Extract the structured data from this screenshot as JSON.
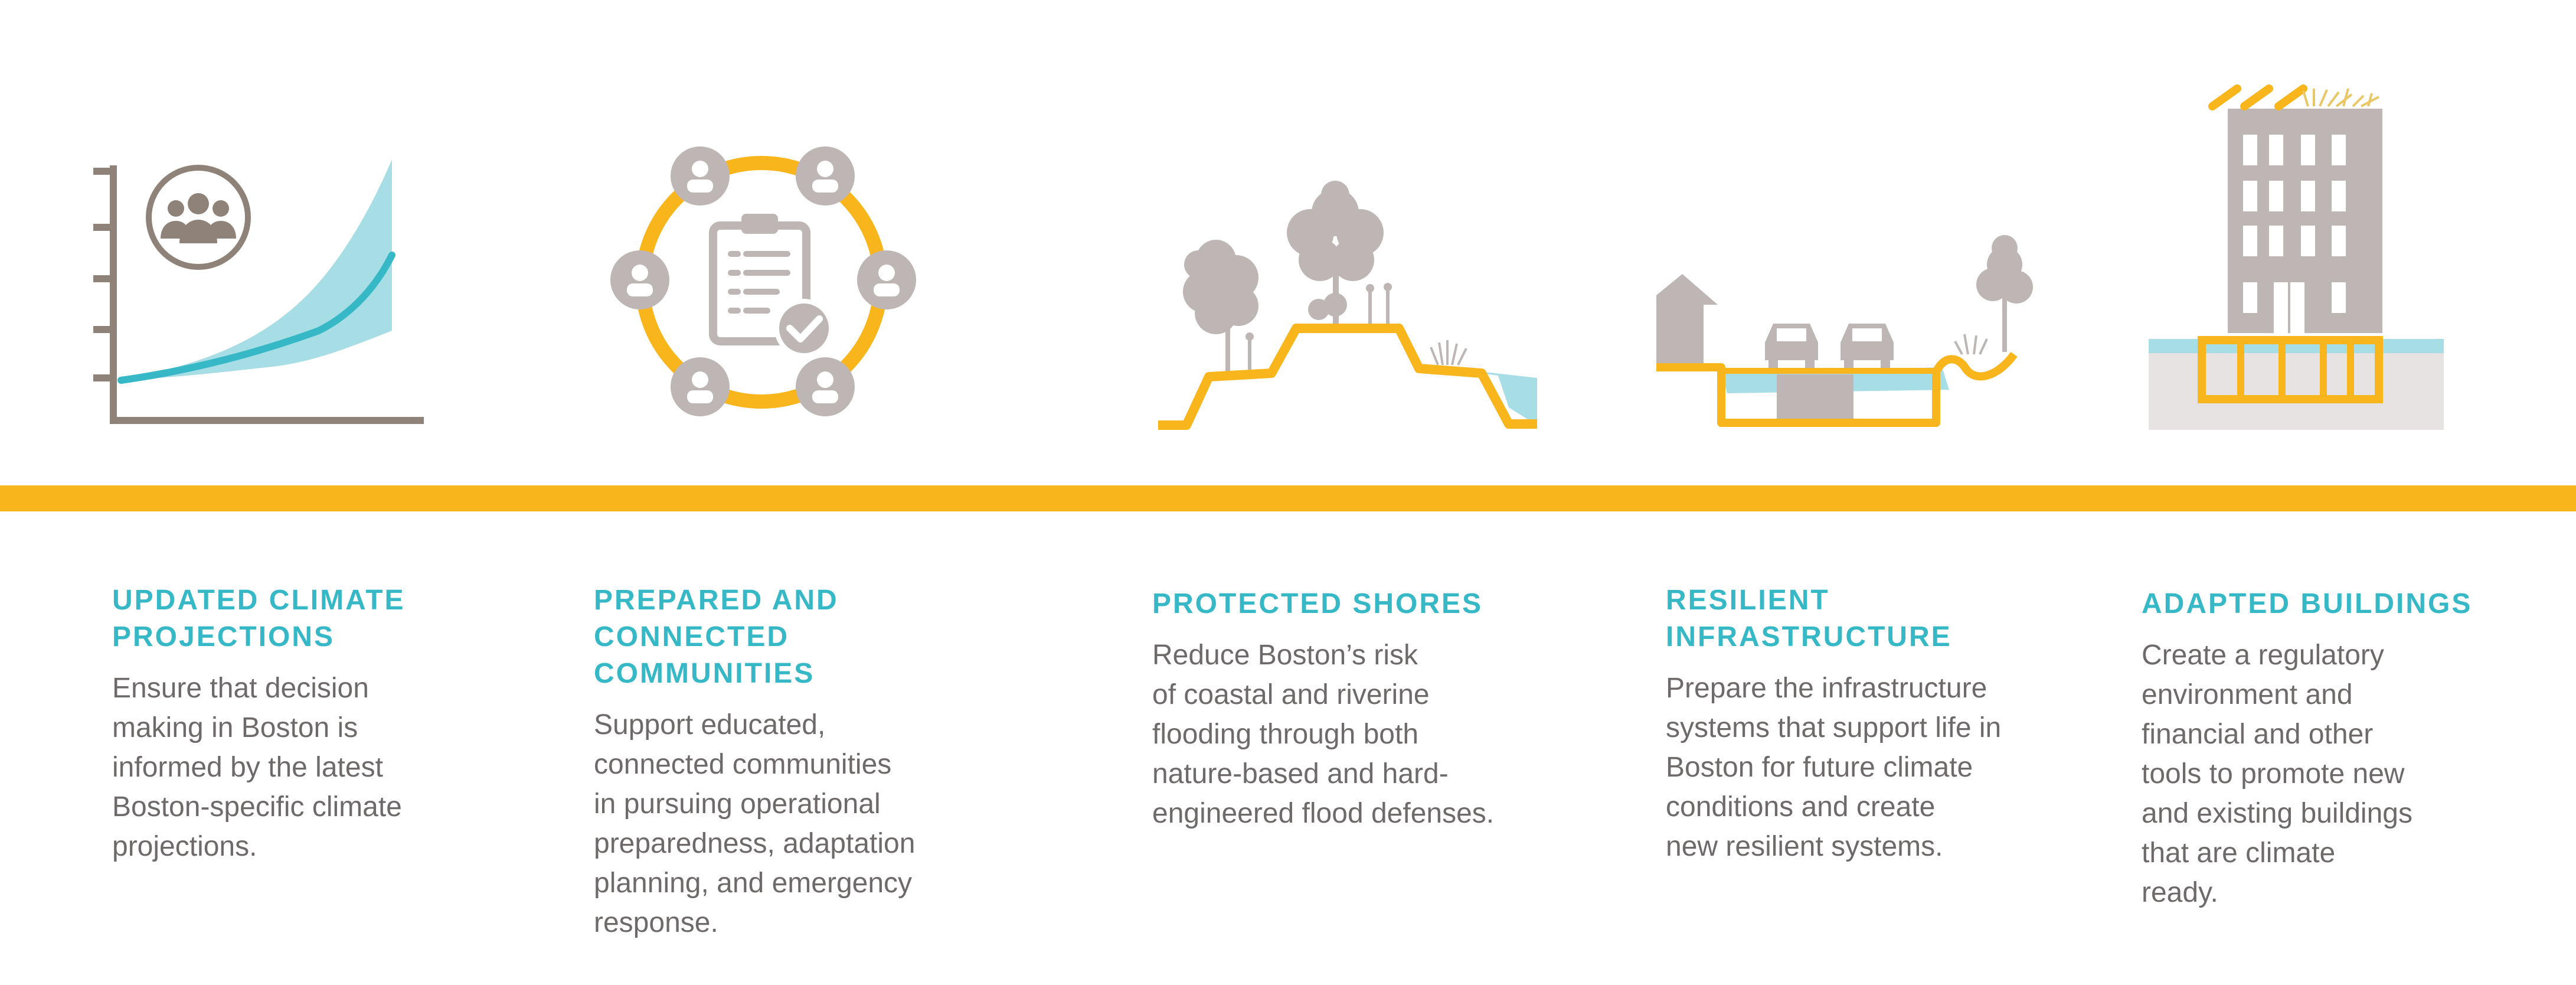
{
  "colors": {
    "accent_yellow": "#F9B51C",
    "accent_teal": "#37B8C7",
    "light_teal": "#A7DEE5",
    "icon_gray": "#BEB5B5",
    "axis_brown": "#8E8279",
    "body_text": "#6F6A6A"
  },
  "columns": [
    {
      "icon": "climate-projection-chart-icon",
      "title": "UPDATED CLIMATE\nPROJECTIONS",
      "body": "Ensure that decision\nmaking in Boston is\ninformed by the latest\nBoston-specific climate\nprojections."
    },
    {
      "icon": "connected-communities-icon",
      "title": "PREPARED AND\nCONNECTED\nCOMMUNITIES",
      "body": "Support educated,\nconnected communities\nin pursuing operational\npreparedness, adaptation\nplanning, and emergency\nresponse."
    },
    {
      "icon": "protected-shores-icon",
      "title": "PROTECTED SHORES",
      "body": "Reduce Boston’s risk\nof coastal and riverine\nflooding through both\nnature-based and hard-\nengineered flood defenses."
    },
    {
      "icon": "resilient-infrastructure-icon",
      "title": "RESILIENT\nINFRASTRUCTURE",
      "body": "Prepare the infrastructure\nsystems that support life in\nBoston for future climate\nconditions and create\nnew resilient systems."
    },
    {
      "icon": "adapted-building-icon",
      "title": "ADAPTED BUILDINGS",
      "body": "Create a regulatory\nenvironment and\nfinancial and other\ntools to promote new\nand existing buildings\nthat are climate\nready."
    }
  ]
}
